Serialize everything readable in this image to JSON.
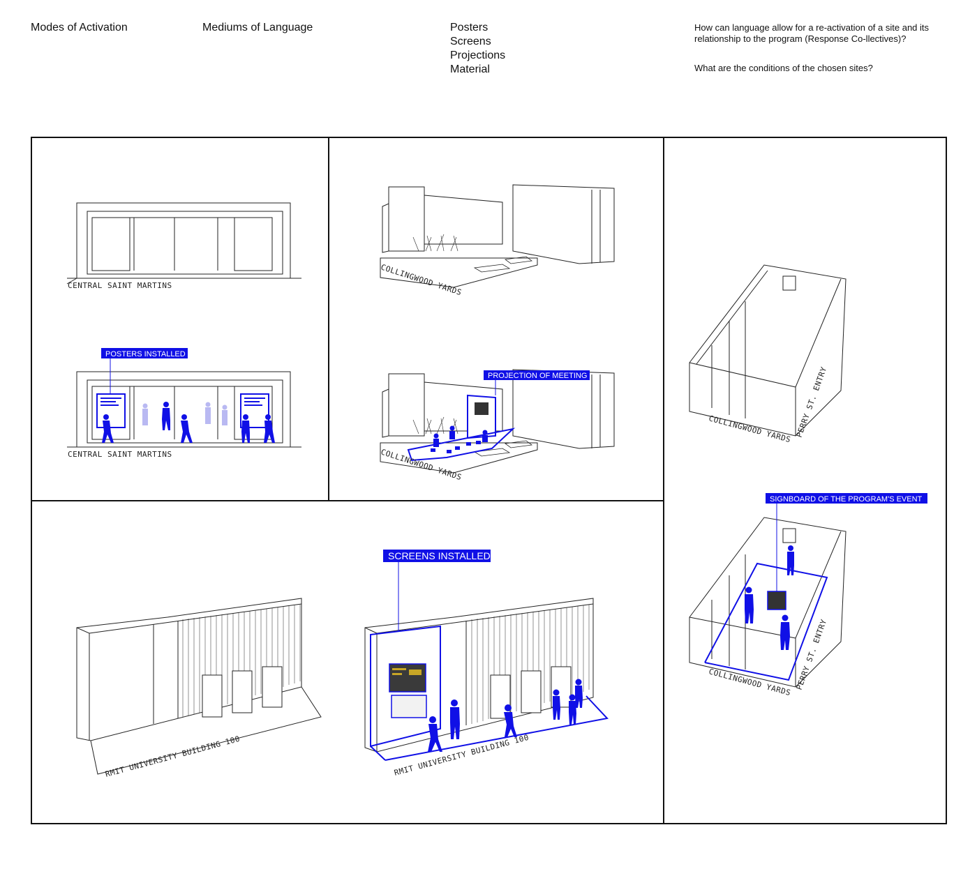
{
  "header": {
    "modes": "Modes of Activation",
    "mediums": "Mediums of Language",
    "media_list": [
      "Posters",
      "Screens",
      "Projections",
      "Material"
    ],
    "question_1": "How can language allow for a re-activation of a site and its relationship to the program (Response Co-llectives)?",
    "question_2": "What are the conditions of the chosen sites?"
  },
  "panels": {
    "csm": {
      "label_top": "CENTRAL SAINT MARTINS",
      "label_bottom": "CENTRAL SAINT MARTINS",
      "tag": "POSTERS INSTALLED"
    },
    "cy_courtyard": {
      "label_top": "COLLINGWOOD YARDS",
      "label_bottom": "COLLINGWOOD YARDS",
      "tag": "PROJECTION OF MEETING"
    },
    "cy_room": {
      "label_top": "COLLINGWOOD YARDS",
      "entry_top": "PERRY ST. ENTRY",
      "label_bottom": "COLLINGWOOD YARDS",
      "entry_bottom": "PERRY ST. ENTRY",
      "tag": "SIGNBOARD OF THE PROGRAM'S EVENT"
    },
    "rmit": {
      "label_left": "RMIT UNIVERSITY BUILDING 100",
      "label_right": "RMIT UNIVERSITY BUILDING 100",
      "tag": "SCREENS INSTALLED"
    }
  },
  "colors": {
    "accent": "#1010e6",
    "ink": "#111111"
  }
}
